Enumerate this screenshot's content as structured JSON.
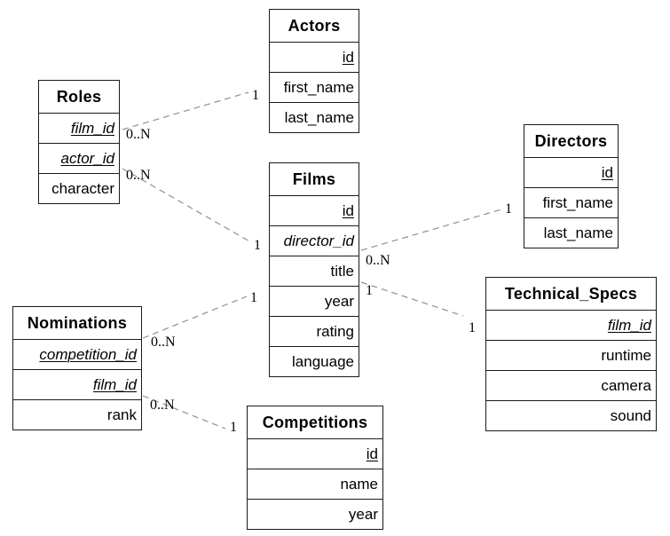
{
  "diagram": {
    "tables": [
      {
        "name": "Actors",
        "fields": [
          {
            "label": "id",
            "style": "pk"
          },
          {
            "label": "first_name",
            "style": "plain"
          },
          {
            "label": "last_name",
            "style": "plain"
          }
        ]
      },
      {
        "name": "Roles",
        "fields": [
          {
            "label": "film_id",
            "style": "pkfk"
          },
          {
            "label": "actor_id",
            "style": "pkfk"
          },
          {
            "label": "character",
            "style": "plain"
          }
        ]
      },
      {
        "name": "Films",
        "fields": [
          {
            "label": "id",
            "style": "pk"
          },
          {
            "label": "director_id",
            "style": "fk"
          },
          {
            "label": "title",
            "style": "plain"
          },
          {
            "label": "year",
            "style": "plain"
          },
          {
            "label": "rating",
            "style": "plain"
          },
          {
            "label": "language",
            "style": "plain"
          }
        ]
      },
      {
        "name": "Directors",
        "fields": [
          {
            "label": "id",
            "style": "pk"
          },
          {
            "label": "first_name",
            "style": "plain"
          },
          {
            "label": "last_name",
            "style": "plain"
          }
        ]
      },
      {
        "name": "Nominations",
        "fields": [
          {
            "label": "competition_id",
            "style": "pkfk"
          },
          {
            "label": "film_id",
            "style": "pkfk"
          },
          {
            "label": "rank",
            "style": "plain"
          }
        ]
      },
      {
        "name": "Technical_Specs",
        "fields": [
          {
            "label": "film_id",
            "style": "pkfk"
          },
          {
            "label": "runtime",
            "style": "plain"
          },
          {
            "label": "camera",
            "style": "plain"
          },
          {
            "label": "sound",
            "style": "plain"
          }
        ]
      },
      {
        "name": "Competitions",
        "fields": [
          {
            "label": "id",
            "style": "pk"
          },
          {
            "label": "name",
            "style": "plain"
          },
          {
            "label": "year",
            "style": "plain"
          }
        ]
      }
    ],
    "edges": [
      {
        "from": "Roles",
        "to": "Actors",
        "from_label": "0..N",
        "to_label": "1"
      },
      {
        "from": "Roles",
        "to": "Films",
        "from_label": "0..N",
        "to_label": "1"
      },
      {
        "from": "Nominations",
        "to": "Films",
        "from_label": "0..N",
        "to_label": "1"
      },
      {
        "from": "Nominations",
        "to": "Competitions",
        "from_label": "0..N",
        "to_label": "1"
      },
      {
        "from": "Films",
        "to": "Directors",
        "from_label": "0..N",
        "to_label": "1"
      },
      {
        "from": "Films",
        "to": "Technical_Specs",
        "from_label": "1",
        "to_label": "1"
      }
    ],
    "colors": {
      "border": "#1a1a1a",
      "edge_line": "#8f8f8f",
      "background": "#ffffff",
      "text": "#000000"
    }
  }
}
